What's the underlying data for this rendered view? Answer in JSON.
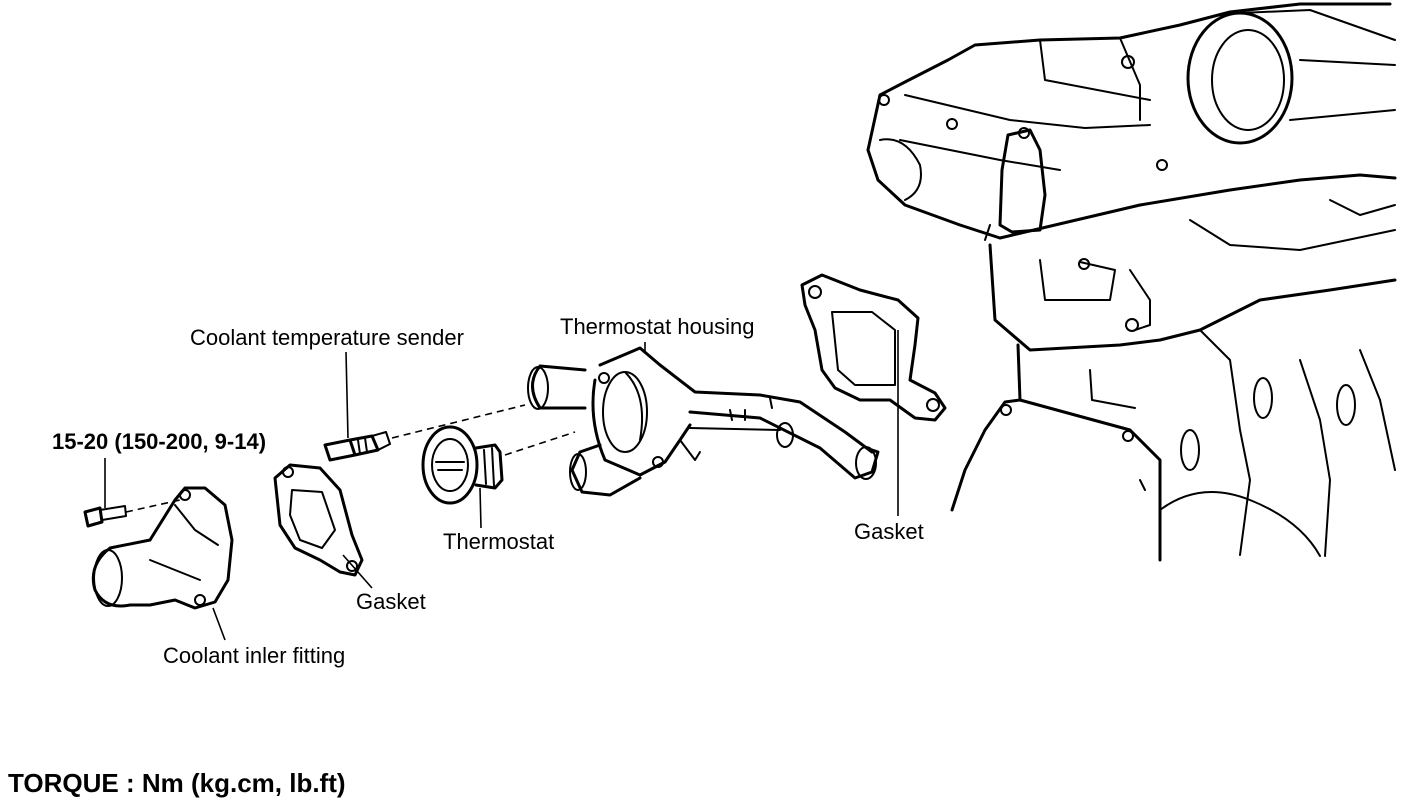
{
  "labels": {
    "sender": "Coolant temperature sender",
    "housing": "Thermostat housing",
    "torque_spec": "15-20 (150-200, 9-14)",
    "thermostat": "Thermostat",
    "gasket_right": "Gasket",
    "gasket_left": "Gasket",
    "inlet_fitting": "Coolant inler fitting",
    "torque_units": "TORQUE : Nm (kg.cm, lb.ft)"
  }
}
